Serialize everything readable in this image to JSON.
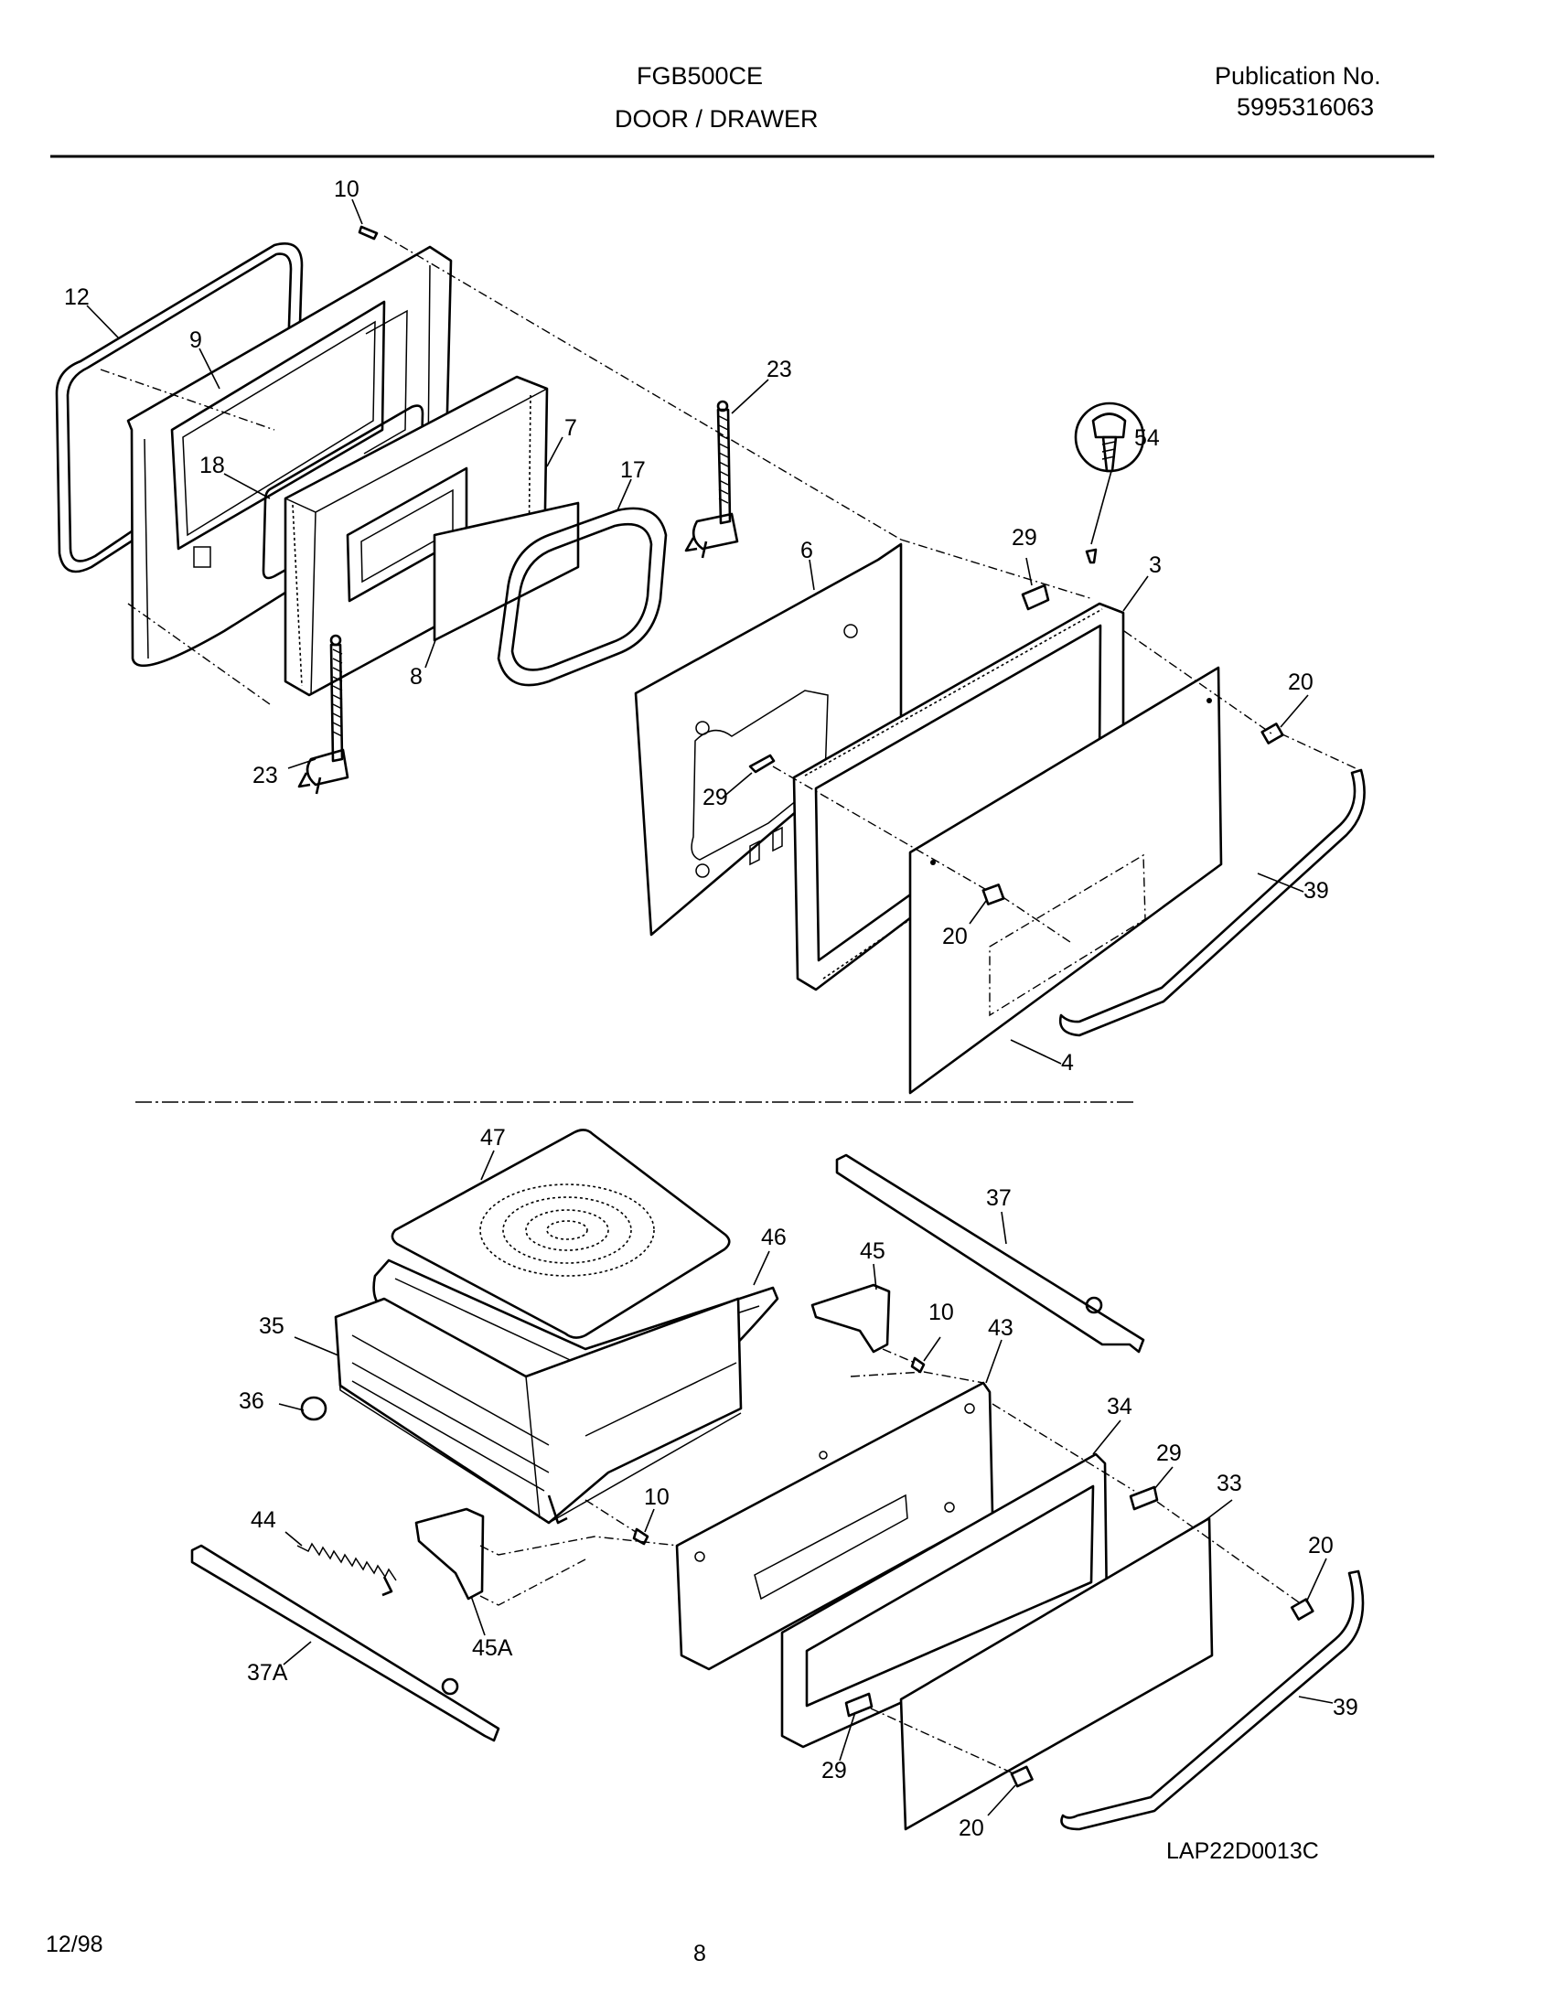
{
  "header": {
    "model": "FGB500CE",
    "section": "DOOR / DRAWER",
    "publication_label": "Publication No.",
    "publication_number": "5995316063"
  },
  "callouts": {
    "c10a": "10",
    "c12": "12",
    "c9": "9",
    "c18": "18",
    "c7": "7",
    "c17": "17",
    "c8": "8",
    "c23a": "23",
    "c23b": "23",
    "c6": "6",
    "c54": "54",
    "c29a": "29",
    "c3": "3",
    "c29b": "29",
    "c20a": "20",
    "c20b": "20",
    "c39a": "39",
    "c4": "4",
    "c47": "47",
    "c46": "46",
    "c45": "45",
    "c37": "37",
    "c35": "35",
    "c10b": "10",
    "c43": "43",
    "c36": "36",
    "c34": "34",
    "c29c": "29",
    "c33": "33",
    "c10c": "10",
    "c20c": "20",
    "c44": "44",
    "c45a": "45A",
    "c37a": "37A",
    "c39b": "39",
    "c29d": "29",
    "c20d": "20"
  },
  "footer": {
    "drawing_code": "LAP22D0013C",
    "date": "12/98",
    "page_number": "8"
  }
}
